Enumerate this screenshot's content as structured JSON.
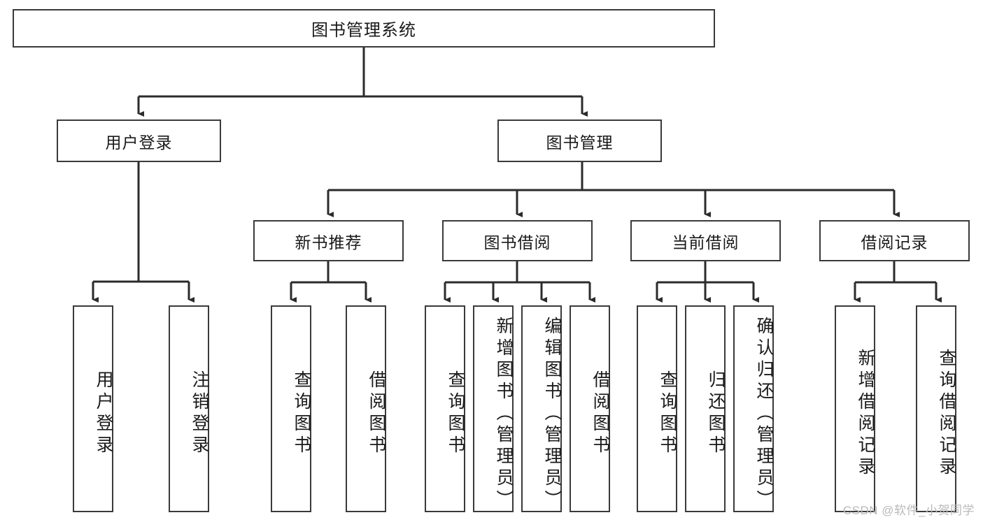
{
  "diagram": {
    "type": "tree",
    "title": "图书管理系统",
    "watermark": "CSDN @软件_小贺同学",
    "levels": {
      "root": {
        "label": "图书管理系统"
      },
      "level2": [
        {
          "id": "user-login",
          "label": "用户登录"
        },
        {
          "id": "book-manage",
          "label": "图书管理"
        }
      ],
      "level3": [
        {
          "id": "new-book-recommend",
          "label": "新书推荐",
          "parent": "book-manage"
        },
        {
          "id": "book-borrow",
          "label": "图书借阅",
          "parent": "book-manage"
        },
        {
          "id": "current-borrow",
          "label": "当前借阅",
          "parent": "book-manage"
        },
        {
          "id": "borrow-record",
          "label": "借阅记录",
          "parent": "book-manage"
        }
      ],
      "leaves": [
        {
          "id": "leaf-user-login",
          "label": "用户登录",
          "parent": "user-login"
        },
        {
          "id": "leaf-logout-login",
          "label": "注销登录",
          "parent": "user-login"
        },
        {
          "id": "leaf-query-book-1",
          "label": "查询图书",
          "parent": "new-book-recommend"
        },
        {
          "id": "leaf-borrow-book-1",
          "label": "借阅图书",
          "parent": "new-book-recommend"
        },
        {
          "id": "leaf-query-book-2",
          "label": "查询图书",
          "parent": "book-borrow"
        },
        {
          "id": "leaf-add-book",
          "label": "新增图书（管理员）",
          "parent": "book-borrow"
        },
        {
          "id": "leaf-edit-book",
          "label": "编辑图书（管理员）",
          "parent": "book-borrow"
        },
        {
          "id": "leaf-borrow-book-2",
          "label": "借阅图书",
          "parent": "book-borrow"
        },
        {
          "id": "leaf-query-book-3",
          "label": "查询图书",
          "parent": "current-borrow"
        },
        {
          "id": "leaf-return-book",
          "label": "归还图书",
          "parent": "current-borrow"
        },
        {
          "id": "leaf-confirm-return",
          "label": "确认归还（管理员）",
          "parent": "current-borrow"
        },
        {
          "id": "leaf-add-record",
          "label": "新增借阅记录",
          "parent": "borrow-record"
        },
        {
          "id": "leaf-query-record",
          "label": "查询借阅记录",
          "parent": "borrow-record"
        }
      ]
    },
    "colors": {
      "box_border": "#3a3a3a",
      "box_fill": "#ffffff",
      "connector": "#2b2b2b",
      "text": "#1a1a1a",
      "watermark": "#b9b9b9"
    }
  }
}
